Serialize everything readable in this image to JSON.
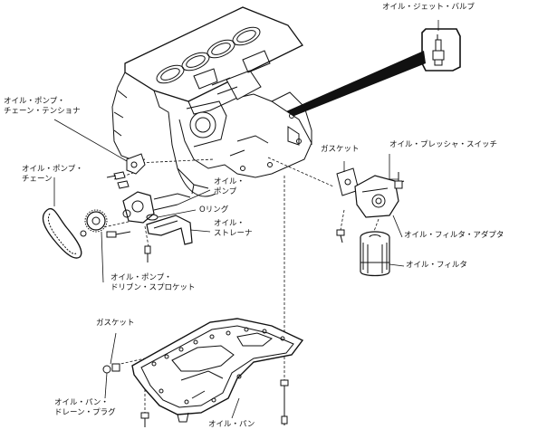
{
  "diagram": {
    "labels": {
      "oil_jet_valve": [
        "オイル・ジェット・バルブ"
      ],
      "pump_chain_tensioner": [
        "オイル・ポンプ・",
        "チェーン・テンショナ"
      ],
      "pump_chain": [
        "オイル・ポンプ・",
        "チェーン"
      ],
      "oil_pump": [
        "オイル・",
        "ポンプ"
      ],
      "o_ring": [
        "Oリング"
      ],
      "oil_strainer": [
        "オイル・",
        "ストレーナ"
      ],
      "pump_driven_sprocket": [
        "オイル・ポンプ・",
        "ドリブン・スプロケット"
      ],
      "gasket_upper": [
        "ガスケット"
      ],
      "pressure_switch": [
        "オイル・プレッシャ・スイッチ"
      ],
      "filter_adapter": [
        "オイル・フィルタ・アダプタ"
      ],
      "oil_filter": [
        "オイル・フィルタ"
      ],
      "gasket_lower": [
        "ガスケット"
      ],
      "drain_plug": [
        "オイル・パン・",
        "ドレーン・プラグ"
      ],
      "oil_pan": [
        "オイル・パン"
      ]
    },
    "colors": {
      "line": "#111111",
      "fill": "#ffffff",
      "shade": "#dddddd"
    }
  }
}
